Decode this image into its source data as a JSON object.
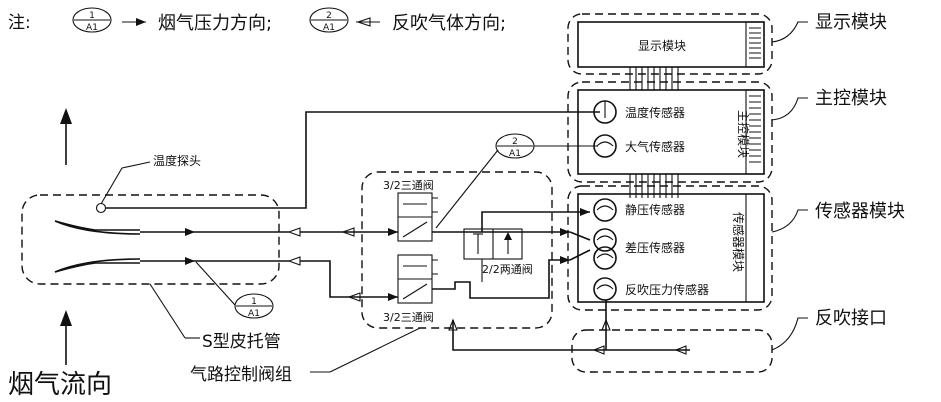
{
  "notes": {
    "prefix": "注:",
    "flue_gas_direction": "烟气压力方向;",
    "backflush_direction": "反吹气体方向;",
    "symbol1": {
      "top": "1",
      "bottom": "A1"
    },
    "symbol2": {
      "top": "2",
      "bottom": "A1"
    }
  },
  "labels": {
    "display_module": "显示模块",
    "main_control_module": "主控模块",
    "sensor_module": "传感器模块",
    "backflush_port": "反吹接口",
    "flue_gas_flow": "烟气流向",
    "gas_path_valve_group": "气路控制阀组",
    "s_pitot_tube": "S型皮托管",
    "temperature_probe": "温度探头",
    "three_way_valve_top": "3/2三通阀",
    "three_way_valve_bottom": "3/2三通阀",
    "two_way_valve": "2/2两通阀"
  },
  "modules": {
    "display_inner": "显示模块",
    "main_control_vertical": "主控模块",
    "sensor_vertical": "传感器模块"
  },
  "sensors": {
    "temperature": "温度传感器",
    "atmospheric": "大气传感器",
    "static_pressure": "静压传感器",
    "differential_pressure": "差压传感器",
    "backflush_pressure": "反吹压力传感器"
  },
  "symbols": {
    "label1_top": "1",
    "label1_bottom": "A1",
    "label2_top": "2",
    "label2_bottom": "A1"
  }
}
